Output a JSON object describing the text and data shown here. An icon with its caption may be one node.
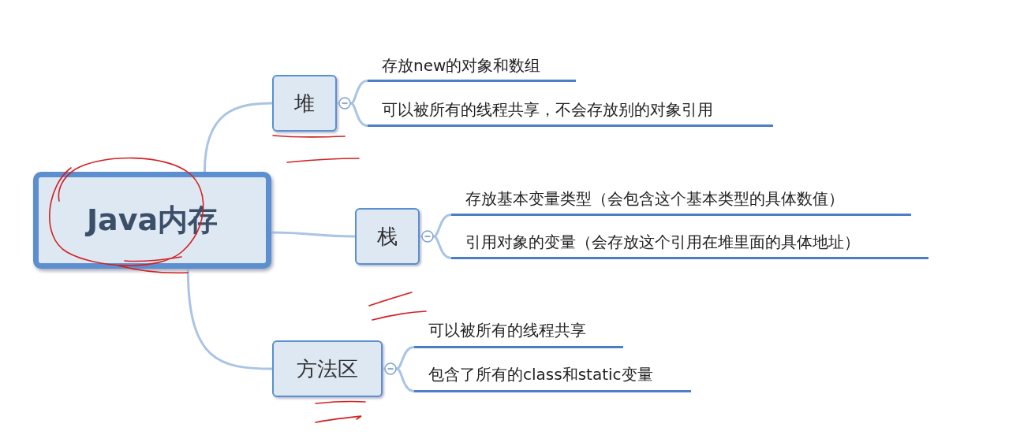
{
  "diagram": {
    "nodes": [
      {
        "text": [
          "Java内存"
        ]
      },
      {
        "text": [
          "堆"
        ]
      },
      {
        "text": [
          "栈"
        ]
      },
      {
        "text": [
          "方法区"
        ]
      },
      {
        "text": [
          "存放new的对象和数组"
        ]
      },
      {
        "text": [
          "可以被所有的线程共享，不会存放别的对象引用"
        ]
      },
      {
        "text": [
          "存放基本变量类型（会包含这个基本类型的具体数值）"
        ]
      },
      {
        "text": [
          "引用对象的变量（会存放这个引用在堆里面的具体地址）"
        ]
      },
      {
        "text": [
          "可以被所有的线程共享"
        ]
      },
      {
        "text": [
          "包含了所有的class和static变量"
        ]
      }
    ],
    "edges": [
      {
        "from": 0,
        "to": 1,
        "arrow": "none"
      },
      {
        "from": 0,
        "to": 2,
        "arrow": "none"
      },
      {
        "from": 0,
        "to": 3,
        "arrow": "none"
      },
      {
        "from": 1,
        "to": 4,
        "arrow": "none"
      },
      {
        "from": 1,
        "to": 5,
        "arrow": "none"
      },
      {
        "from": 2,
        "to": 6,
        "arrow": "none"
      },
      {
        "from": 2,
        "to": 7,
        "arrow": "none"
      },
      {
        "from": 3,
        "to": 8,
        "arrow": "none"
      },
      {
        "from": 3,
        "to": 9,
        "arrow": "none"
      }
    ]
  }
}
